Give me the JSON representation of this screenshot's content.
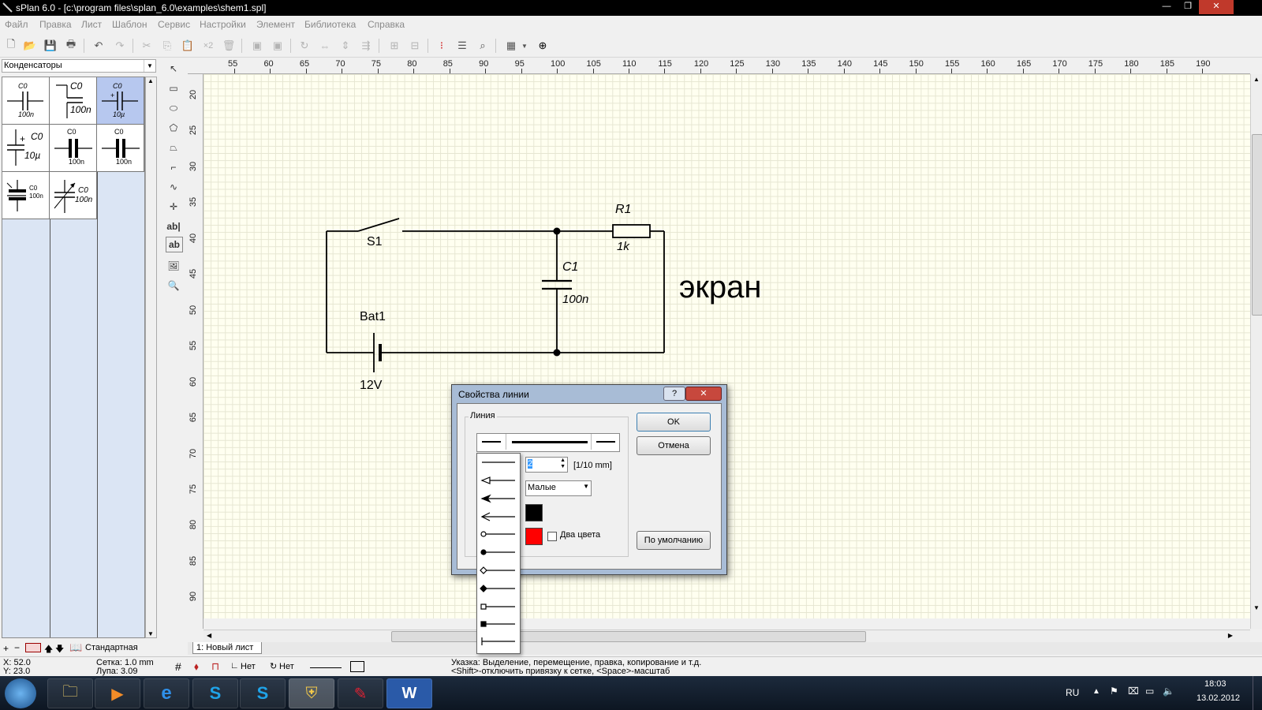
{
  "window": {
    "title": "sPlan 6.0 - [c:\\program files\\splan_6.0\\examples\\shem1.spl]"
  },
  "menu": [
    "Файл",
    "Правка",
    "Лист",
    "Шаблон",
    "Сервис",
    "Настройки",
    "Элемент",
    "Библиотека",
    "Справка"
  ],
  "toolbar": {
    "x2": "×2"
  },
  "library": {
    "selected": "Конденсаторы",
    "cells": [
      {
        "top": "C0",
        "bottom": "100n"
      },
      {
        "top": "C0",
        "bottom": "100n"
      },
      {
        "top": "C0",
        "bottom": "10µ"
      },
      {
        "top": "C0",
        "bottom": "10µ"
      },
      {
        "top": "C0",
        "bottom": "100n"
      },
      {
        "top": "C0",
        "bottom": "100n"
      },
      {
        "top": "C0",
        "bottom": "100n"
      },
      {
        "top": "C0",
        "bottom": "100n"
      }
    ],
    "footer_label": "Стандартная"
  },
  "rulers": {
    "h": [
      55,
      60,
      65,
      70,
      75,
      80,
      85,
      90,
      95,
      100,
      105,
      110,
      115,
      120,
      125,
      130,
      135,
      140,
      145,
      150,
      155,
      160,
      165,
      170,
      175,
      180,
      185,
      190
    ],
    "v": [
      20,
      25,
      30,
      35,
      40,
      45,
      50,
      55,
      60,
      65,
      70,
      75,
      80,
      85,
      90
    ]
  },
  "schematic": {
    "switch": "S1",
    "resistor": {
      "name": "R1",
      "value": "1k"
    },
    "capacitor": {
      "name": "C1",
      "value": "100n"
    },
    "battery": {
      "name": "Bat1",
      "value": "12V"
    },
    "text": "экран"
  },
  "dialog": {
    "title": "Свойства линии",
    "group": "Линия",
    "width_value": "2",
    "width_unit": "[1/10 mm]",
    "arrow_size": "Малые",
    "color1": "#000000",
    "color2": "#ff0000",
    "two_colors": "Два цвета",
    "ok": "OK",
    "cancel": "Отмена",
    "default": "По умолчанию"
  },
  "sheet_tab": "1: Новый лист",
  "status": {
    "x": "X: 52.0",
    "y": "Y: 23.0",
    "grid": "Сетка:  1.0 mm",
    "zoom": "Лупа:   3.09",
    "snap1": "Нет",
    "snap2": "Нет",
    "hint1": "Указка: Выделение, перемещение, правка, копирование и т.д.",
    "hint2": "<Shift>-отключить привязку к сетке, <Space>-масштаб"
  },
  "taskbar": {
    "lang": "RU",
    "time": "18:03",
    "date": "13.02.2012"
  }
}
